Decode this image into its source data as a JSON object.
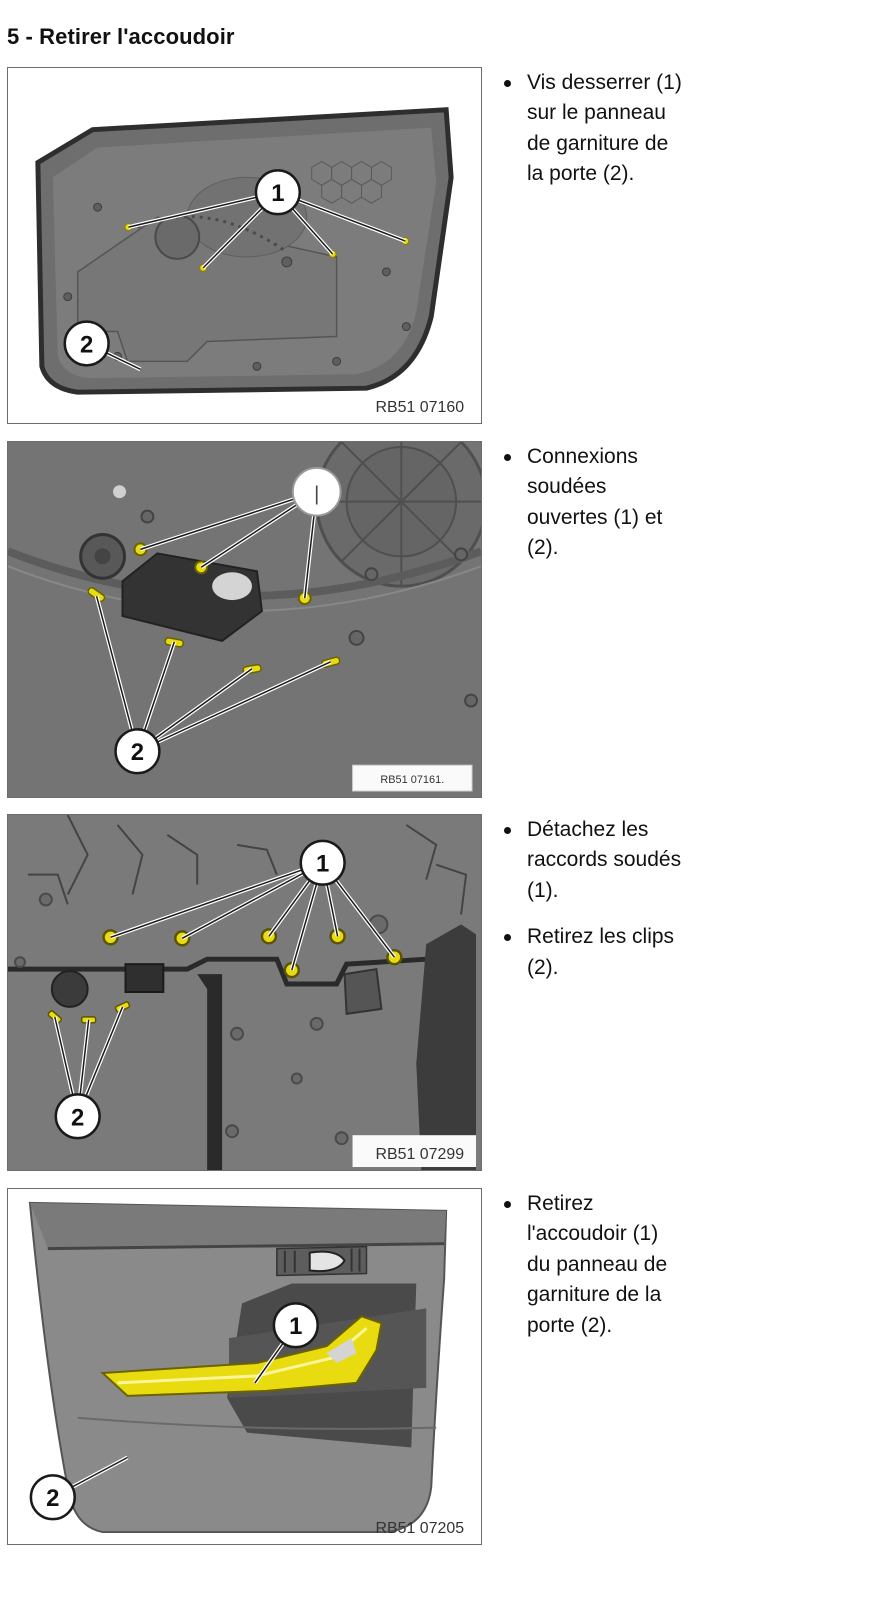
{
  "page": {
    "title": "5 - Retirer l'accoudoir"
  },
  "steps": [
    {
      "ref": "RB51 07160",
      "callouts": [
        "1",
        "2"
      ],
      "bullets": [
        "Vis desserrer (1) sur le panneau de garniture de la porte (2)."
      ]
    },
    {
      "ref": "RB51 07161.",
      "callouts": [
        "|",
        "2"
      ],
      "bullets": [
        "Connexions soudées ouvertes (1) et (2)."
      ]
    },
    {
      "ref": "RB51 07299",
      "callouts": [
        "1",
        "2"
      ],
      "bullets": [
        "Détachez les raccords soudés (1).",
        "Retirez les clips (2)."
      ]
    },
    {
      "ref": "RB51 07205",
      "callouts": [
        "1",
        "2"
      ],
      "bullets": [
        "Retirez l'accoudoir (1) du panneau de garniture de la porte (2)."
      ]
    }
  ],
  "colors": {
    "highlight": "#e8dc10",
    "panel": "#6f6f6f",
    "panel_light": "#8a8a8a"
  }
}
